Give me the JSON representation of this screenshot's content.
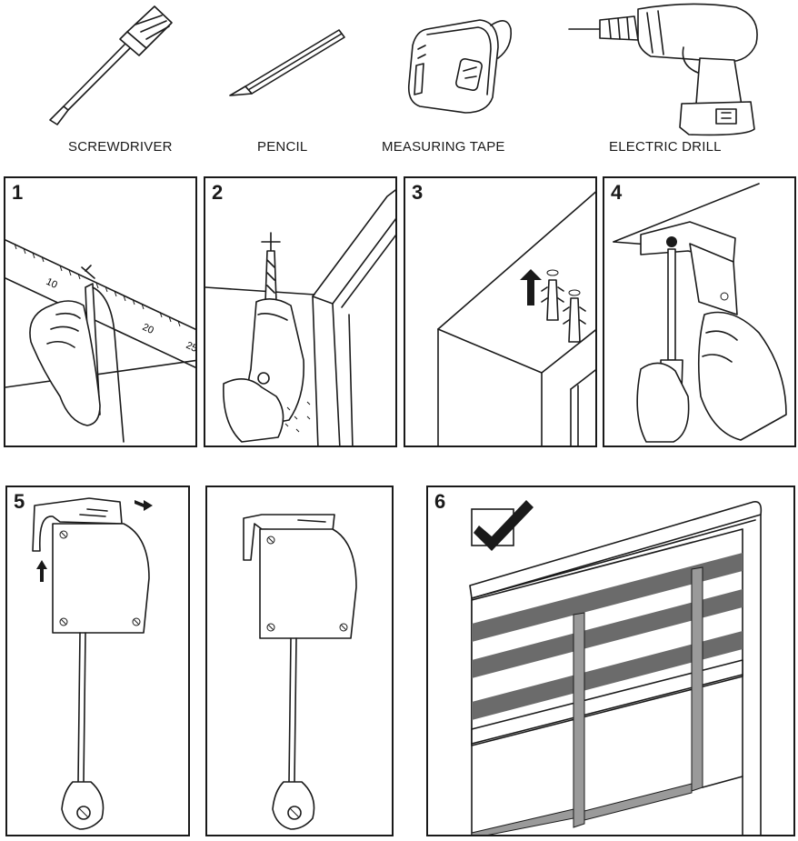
{
  "tools": [
    {
      "label": "SCREWDRIVER",
      "icon": "screwdriver-icon"
    },
    {
      "label": "PENCIL",
      "icon": "pencil-icon"
    },
    {
      "label": "MEASURING TAPE",
      "icon": "measuring-tape-icon"
    },
    {
      "label": "ELECTRIC DRILL",
      "icon": "electric-drill-icon"
    }
  ],
  "steps": [
    {
      "number": "1"
    },
    {
      "number": "2"
    },
    {
      "number": "3"
    },
    {
      "number": "4"
    },
    {
      "number": "5"
    },
    {
      "number": ""
    },
    {
      "number": "6"
    }
  ],
  "ruler_marks": [
    "10",
    "20",
    "25"
  ],
  "colors": {
    "line": "#1a1a1a",
    "blind_stripe": "#6b6b6b",
    "frame": "#9a9a9a"
  }
}
